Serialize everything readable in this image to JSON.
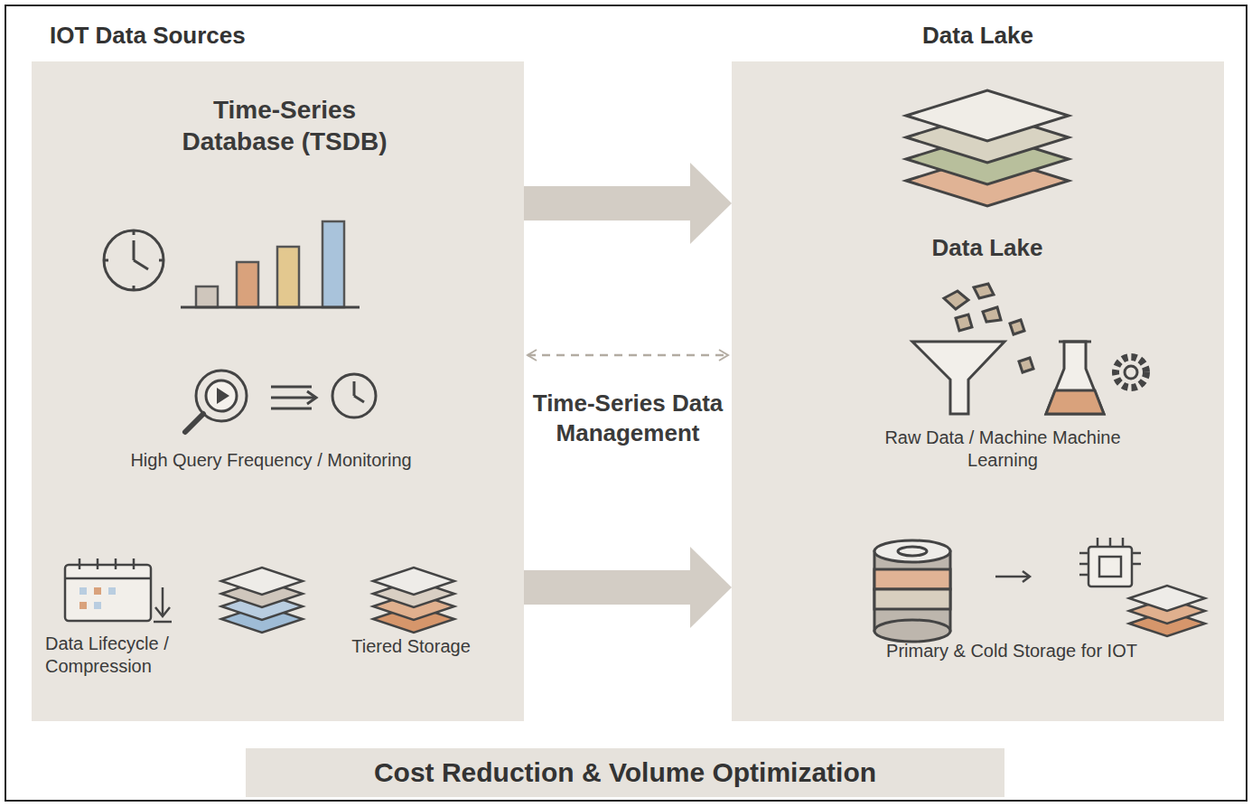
{
  "diagram": {
    "nodes": [
      {
        "text": [
          "IOT Data Sources"
        ]
      },
      {
        "text": [
          "Data Lake"
        ]
      },
      {
        "text": [
          "Cost Reduction & Volume Optimization"
        ]
      }
    ],
    "edges": [
      {
        "from": 0,
        "to": 1,
        "arrow": "to"
      },
      {
        "from": 0,
        "to": 1,
        "arrow": "both",
        "label": "Time-Series Data Management"
      },
      {
        "from": 0,
        "to": 1,
        "arrow": "to"
      }
    ],
    "labels": [
      "Time-Series Database (TSDB)",
      "High Query Frequency / Monitoring",
      "Data Lifecycle / Compression",
      "Tiered Storage",
      "Data Lake",
      "Raw Data / Machine Machine Learning",
      "Primary & Cold Storage for IOT"
    ]
  }
}
